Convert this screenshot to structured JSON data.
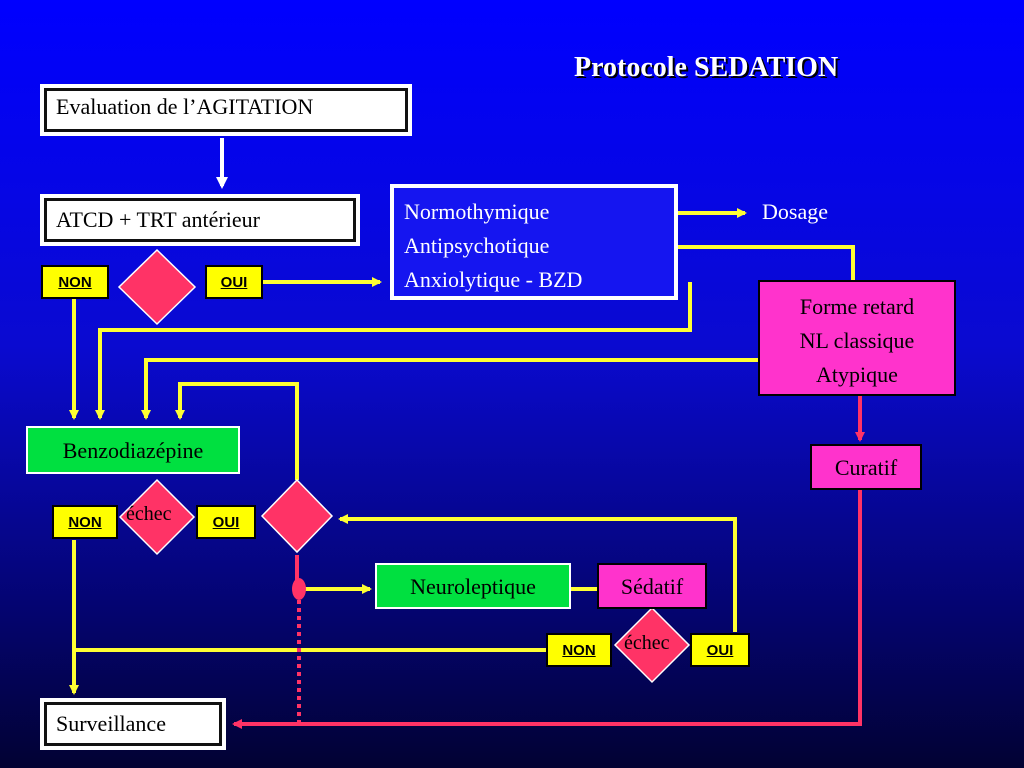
{
  "title": "Protocole SEDATION",
  "eval_box": "Evaluation de l’AGITATION",
  "atcd_box": "ATCD +  TRT antérieur",
  "decision1": {
    "non": "NON",
    "oui": "OUI"
  },
  "treatments": [
    "Normothymique",
    "Antipsychotique",
    "Anxiolytique - BZD"
  ],
  "dosage": "Dosage",
  "forme_retard": [
    "Forme retard",
    "NL classique",
    "Atypique"
  ],
  "curatif": "Curatif",
  "benzo": "Benzodiazépine",
  "decision2": {
    "label": "échec",
    "non": "NON",
    "oui": "OUI"
  },
  "neuroleptique": "Neuroleptique",
  "sedatif": "Sédatif",
  "decision3": {
    "label": "échec",
    "non": "NON",
    "oui": "OUI"
  },
  "surveillance": "Surveillance",
  "colors": {
    "yellow_line": "#ffff33",
    "red_line": "#ff3366",
    "diamond": "#ff3366"
  }
}
